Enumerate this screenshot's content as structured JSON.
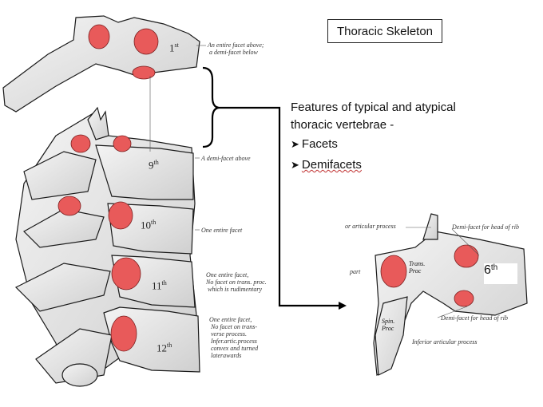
{
  "title": "Thoracic Skeleton",
  "features": {
    "heading_line1": "Features of typical and atypical",
    "heading_line2": "thoracic vertebrae -",
    "bullets": [
      "Facets",
      "Demifacets"
    ]
  },
  "colors": {
    "facet_red": "#e85a5a",
    "bone": "#e9e9e9",
    "ink": "#1a1a1a"
  },
  "left_figure": {
    "vertebrae": [
      {
        "num": "1",
        "suffix": "st"
      },
      {
        "num": "9",
        "suffix": "th"
      },
      {
        "num": "10",
        "suffix": "th"
      },
      {
        "num": "11",
        "suffix": "th"
      },
      {
        "num": "12",
        "suffix": "th"
      }
    ],
    "annotations": {
      "first": "An entire facet above;\n a demi-facet below",
      "ninth": "A demi-facet above",
      "tenth": "One entire facet",
      "eleventh": "One entire facet,\nNo facet on trans. proc.\n which is rudimentary",
      "twelfth": "One entire facet,\n No facet on trans-\n verse process.\n Infer.artic.process\n convex and turned\n laterawards"
    }
  },
  "right_figure": {
    "vertebra": {
      "num": "6",
      "suffix": "th"
    },
    "labels": {
      "sup_artic": "or articular process",
      "demi_top": "Demi-facet for head of rib",
      "part": "part",
      "trans_proc": "Trans.\nProc",
      "spin_proc": "Spin.\nProc",
      "demi_bottom": "Demi-facet for head of rib",
      "inf_artic": "Inferior articular process"
    }
  }
}
